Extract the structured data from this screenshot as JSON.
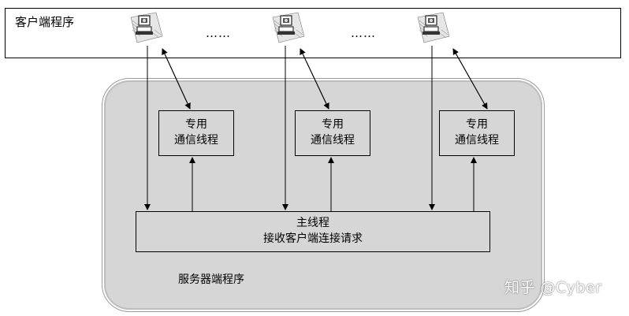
{
  "client_area": {
    "label": "客户端程序",
    "ellipsis_left": "……",
    "ellipsis_right": "……"
  },
  "clients": [
    {
      "icon": "computer-icon"
    },
    {
      "icon": "computer-icon"
    },
    {
      "icon": "computer-icon"
    }
  ],
  "threads": [
    {
      "line1": "专用",
      "line2": "通信线程"
    },
    {
      "line1": "专用",
      "line2": "通信线程"
    },
    {
      "line1": "专用",
      "line2": "通信线程"
    }
  ],
  "main_thread": {
    "line1": "主线程",
    "line2": "接收客户端连接请求"
  },
  "server_area": {
    "label": "服务器端程序"
  },
  "watermark": "知乎 @Cyber",
  "colors": {
    "server_fill": "#d6d6d6",
    "border": "#000000"
  }
}
